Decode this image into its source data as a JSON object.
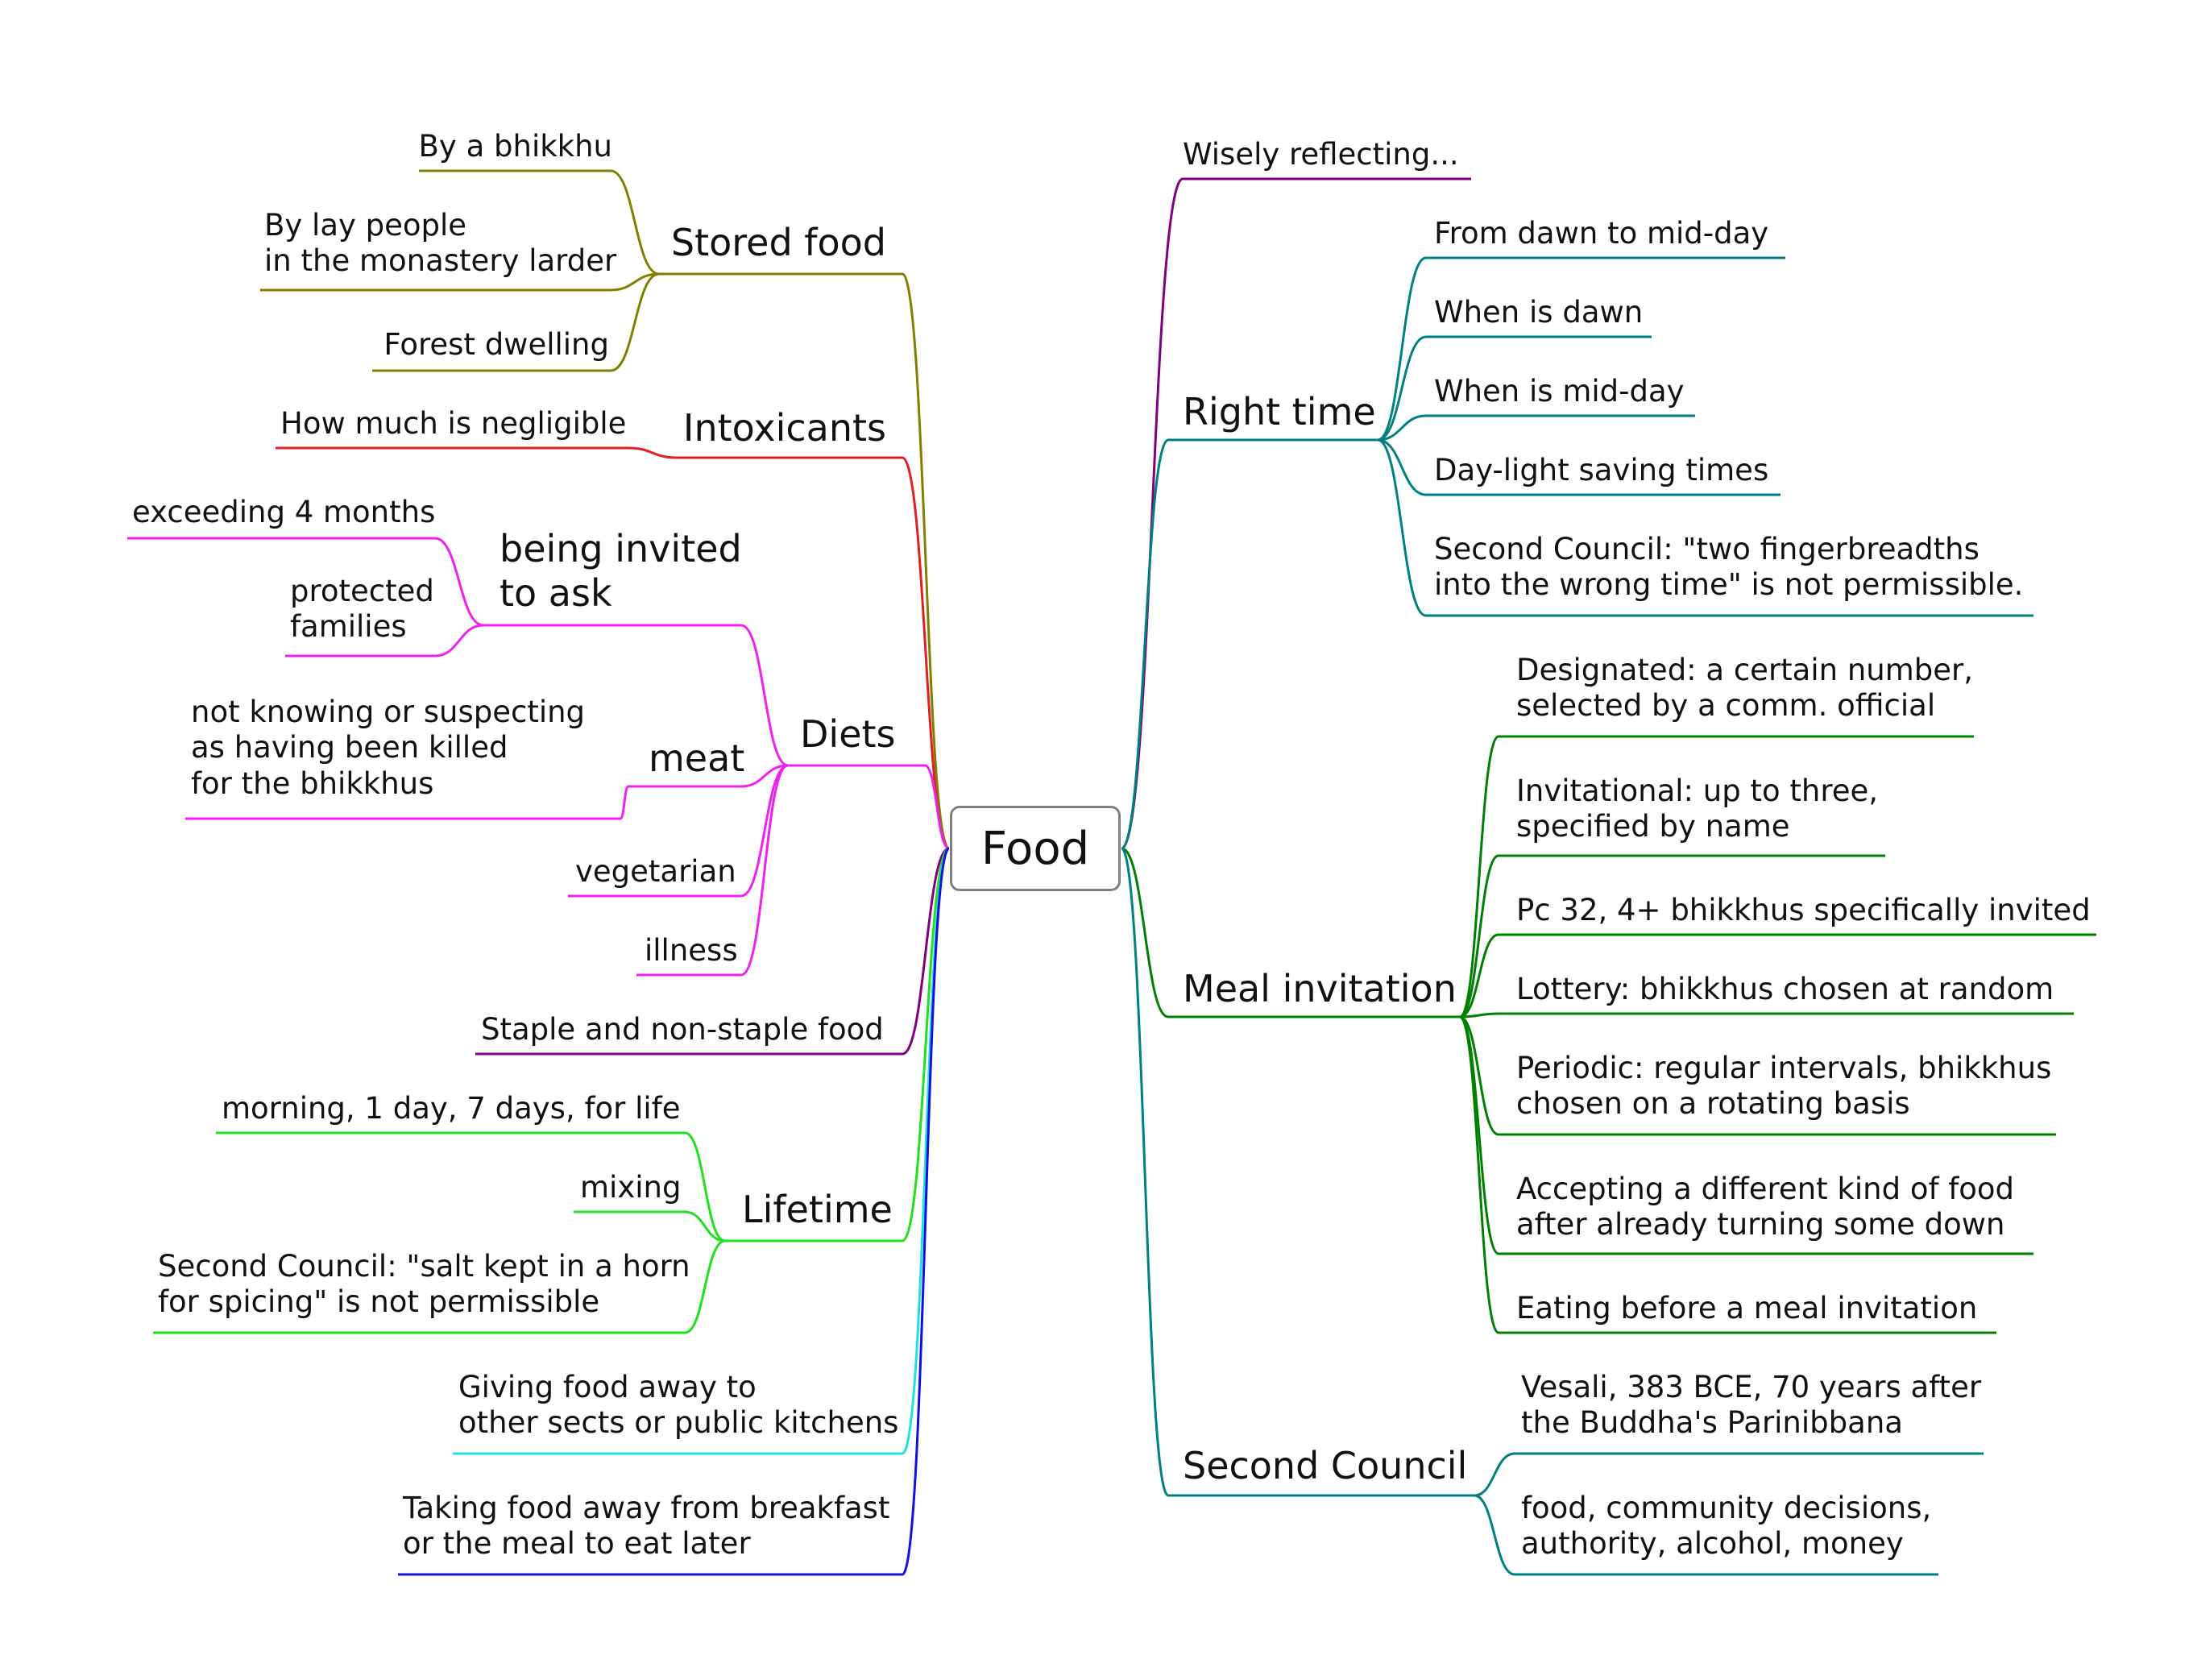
{
  "root": {
    "label": "Food"
  },
  "colors": {
    "stored": "#808000",
    "intox": "#e02020",
    "diets": "#f020f0",
    "staple": "#800080",
    "lifetime": "#20e020",
    "giving": "#20e0e0",
    "taking": "#1010e0",
    "wisely": "#800080",
    "righttime": "#008080",
    "meal": "#008000",
    "council": "#008080",
    "rootBorder": "#7f7f7f"
  },
  "left": {
    "stored_food": {
      "label": "Stored food",
      "children": [
        "By a bhikkhu",
        "By lay people\nin the monastery larder",
        "Forest dwelling"
      ]
    },
    "intoxicants": {
      "label": "Intoxicants",
      "children": [
        "How much is negligible"
      ]
    },
    "diets": {
      "label": "Diets",
      "invited": {
        "label": "being invited\nto ask",
        "children": [
          "exceeding 4 months",
          "protected\nfamilies"
        ]
      },
      "meat": {
        "label": "meat",
        "children": [
          "not knowing or suspecting\nas having been killed\nfor the bhikkhus"
        ]
      },
      "children": [
        "vegetarian",
        "illness"
      ]
    },
    "staple": {
      "label": "Staple and non-staple food"
    },
    "lifetime": {
      "label": "Lifetime",
      "children": [
        "morning, 1 day, 7 days, for life",
        "mixing",
        "Second Council: \"salt kept in a horn\nfor spicing\" is not permissible"
      ]
    },
    "giving": {
      "label": "Giving food away to\nother sects or public kitchens"
    },
    "taking": {
      "label": "Taking food away from breakfast\nor the meal to eat later"
    }
  },
  "right": {
    "wisely": {
      "label": "Wisely reflecting..."
    },
    "right_time": {
      "label": "Right time",
      "children": [
        "From dawn to mid-day",
        "When is dawn",
        "When is mid-day",
        "Day-light saving times",
        "Second Council: \"two fingerbreadths\ninto the wrong time\" is not permissible."
      ]
    },
    "meal_invitation": {
      "label": "Meal invitation",
      "children": [
        "Designated: a certain number,\nselected by a comm. official",
        "Invitational: up to three,\nspecified by name",
        "Pc 32, 4+ bhikkhus specifically invited",
        "Lottery: bhikkhus chosen at random",
        "Periodic: regular intervals, bhikkhus\nchosen on a rotating basis",
        "Accepting a different kind of food\nafter already turning some down",
        "Eating before a meal invitation"
      ]
    },
    "second_council": {
      "label": "Second Council",
      "children": [
        "Vesali, 383 BCE, 70 years after\nthe Buddha's Parinibbana",
        "food, community decisions,\nauthority, alcohol, money"
      ]
    }
  }
}
